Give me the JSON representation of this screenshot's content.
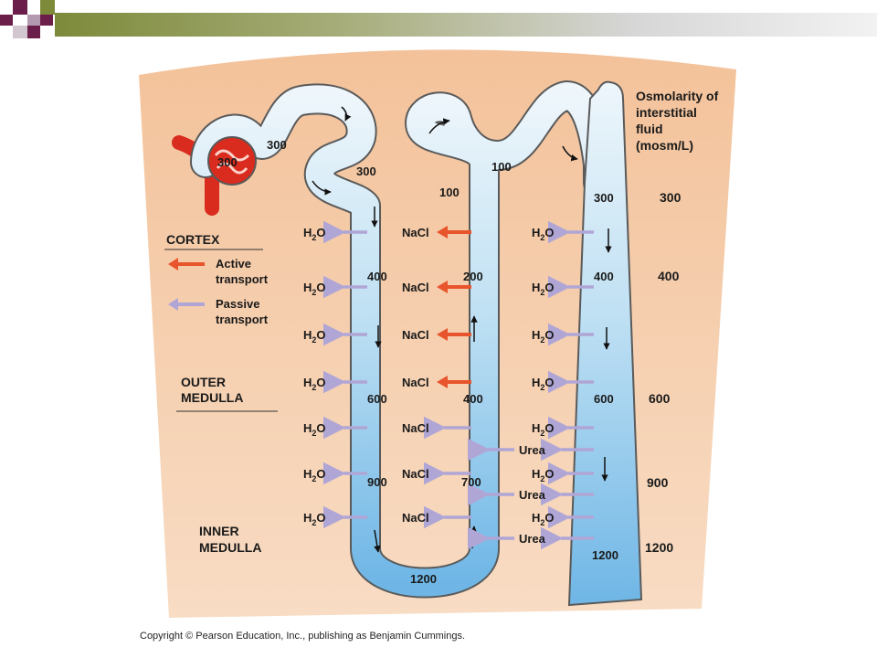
{
  "header": {
    "deco_colors": [
      "#6b1e4a",
      "#7d8a3a",
      "#b3b3b3"
    ]
  },
  "diagram": {
    "background_color": "#f4c9a2",
    "tubule_color": "#b9dcf1",
    "blood_color": "#d92b1e",
    "active_color": "#e8542b",
    "passive_color": "#b0a6d6",
    "glomerulus_value": "300",
    "values": {
      "pct_out": "300",
      "pct_bottom": "300",
      "desc_400": "400",
      "desc_600": "600",
      "desc_900": "900",
      "loop_bottom": "1200",
      "asc_700": "700",
      "asc_400": "400",
      "asc_200": "200",
      "asc_top": "100",
      "dct": "100",
      "cd_300": "300",
      "cd_400": "400",
      "cd_600": "600",
      "cd_1200": "1200"
    },
    "interstitial": {
      "heading": [
        "Osmolarity of",
        "interstitial",
        "fluid",
        "(mosm/L)"
      ],
      "values": [
        "300",
        "400",
        "600",
        "900",
        "1200"
      ]
    },
    "legend": {
      "cortex": "CORTEX",
      "active": [
        "Active",
        "transport"
      ],
      "passive": [
        "Passive",
        "transport"
      ],
      "outer_medulla": [
        "OUTER",
        "MEDULLA"
      ],
      "inner_medulla": [
        "INNER",
        "MEDULLA"
      ]
    },
    "flux_labels": {
      "water": "H",
      "water_sub": "2",
      "water_end": "O",
      "salt": "NaCl",
      "urea": "Urea"
    }
  },
  "copyright": "Copyright © Pearson Education, Inc., publishing as Benjamin Cummings."
}
